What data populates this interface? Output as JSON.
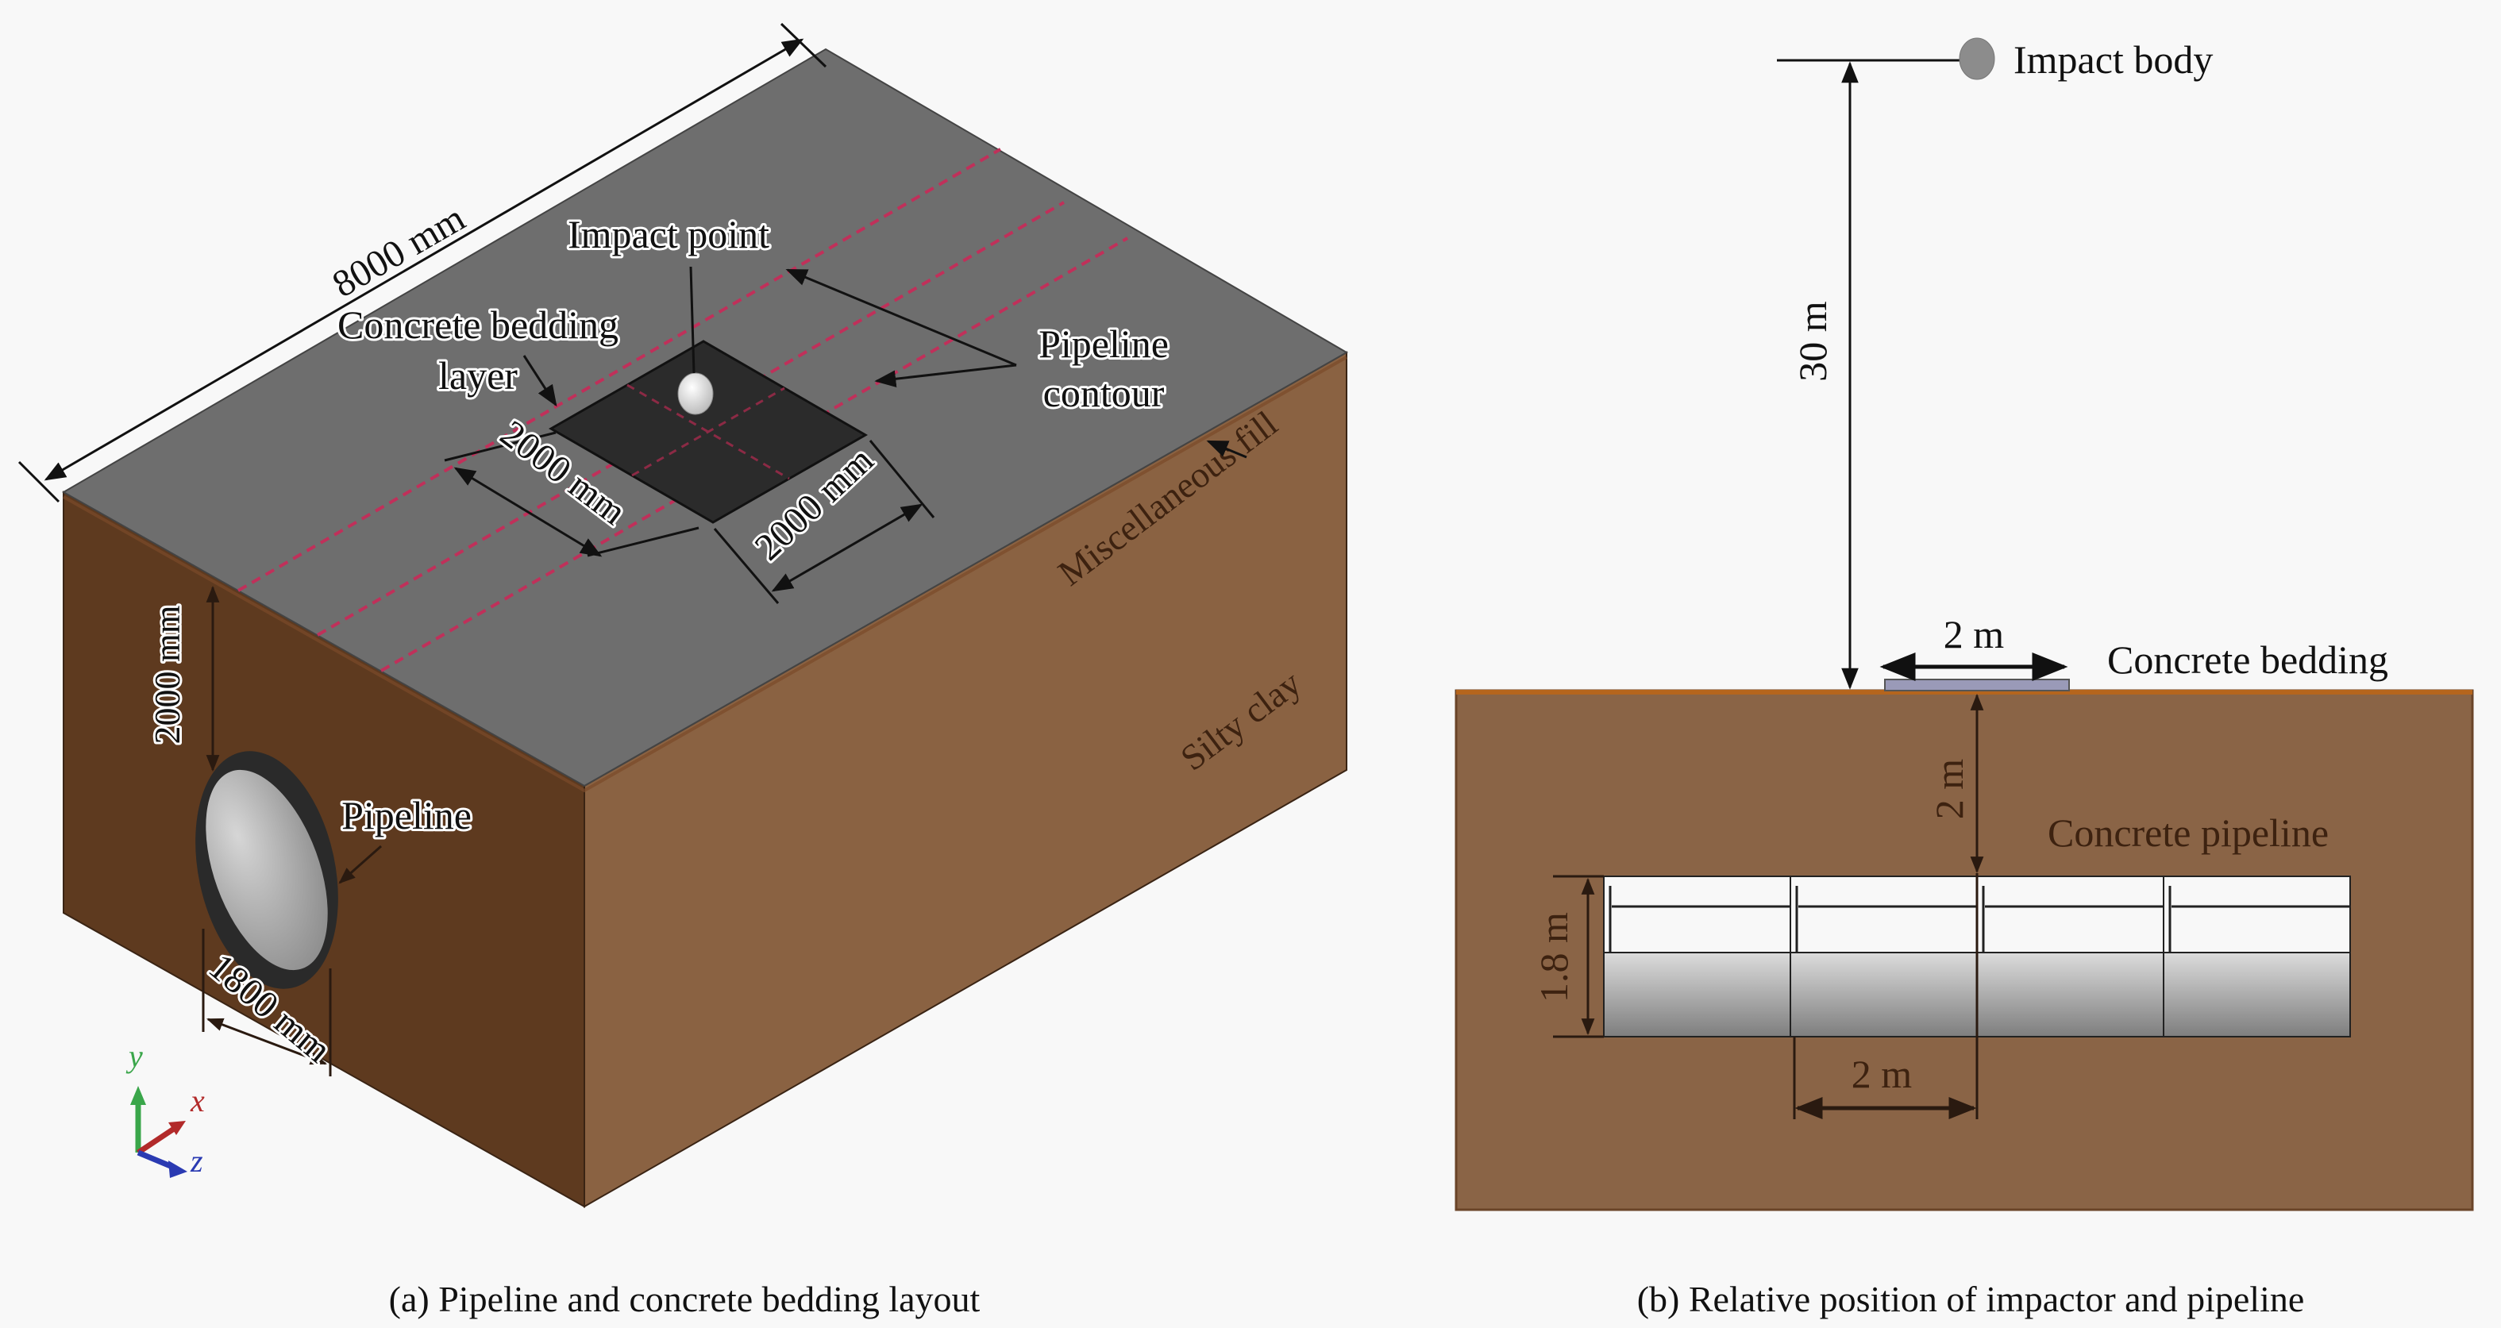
{
  "panel_a": {
    "caption": "(a) Pipeline and concrete bedding layout",
    "labels": {
      "length": "8000 mm",
      "impact_point": "Impact point",
      "bedding_line1": "Concrete bedding",
      "bedding_line2": "layer",
      "pipeline_contour_line1": "Pipeline",
      "pipeline_contour_line2": "contour",
      "bedding_width_1": "2000 mm",
      "bedding_width_2": "2000 mm",
      "misc_fill": "Miscellaneous fill",
      "silty_clay": "Silty clay",
      "depth": "2000 mm",
      "pipeline": "Pipeline",
      "diameter": "1800 mm"
    },
    "axes": {
      "y": "y",
      "x": "x",
      "z": "z"
    },
    "colors": {
      "top_face": "#6e6e6e",
      "left_face": "#5e3a1f",
      "right_face": "#8a6242",
      "bedding": "#2b2b2b",
      "contour": "#c0305a"
    }
  },
  "panel_b": {
    "caption": "(b) Relative position of impactor and pipeline",
    "labels": {
      "impact_body": "Impact body",
      "drop_height": "30 m",
      "bedding_width": "2 m",
      "concrete_bedding": "Concrete bedding",
      "cover_depth": "2 m",
      "concrete_pipeline": "Concrete pipeline",
      "pipe_diameter": "1.8 m",
      "segment_length": "2 m"
    },
    "pipe_segments": 4,
    "colors": {
      "soil": "#8a6446",
      "soil_edge": "#b5651d",
      "impactor": "#8c8c8c"
    }
  }
}
